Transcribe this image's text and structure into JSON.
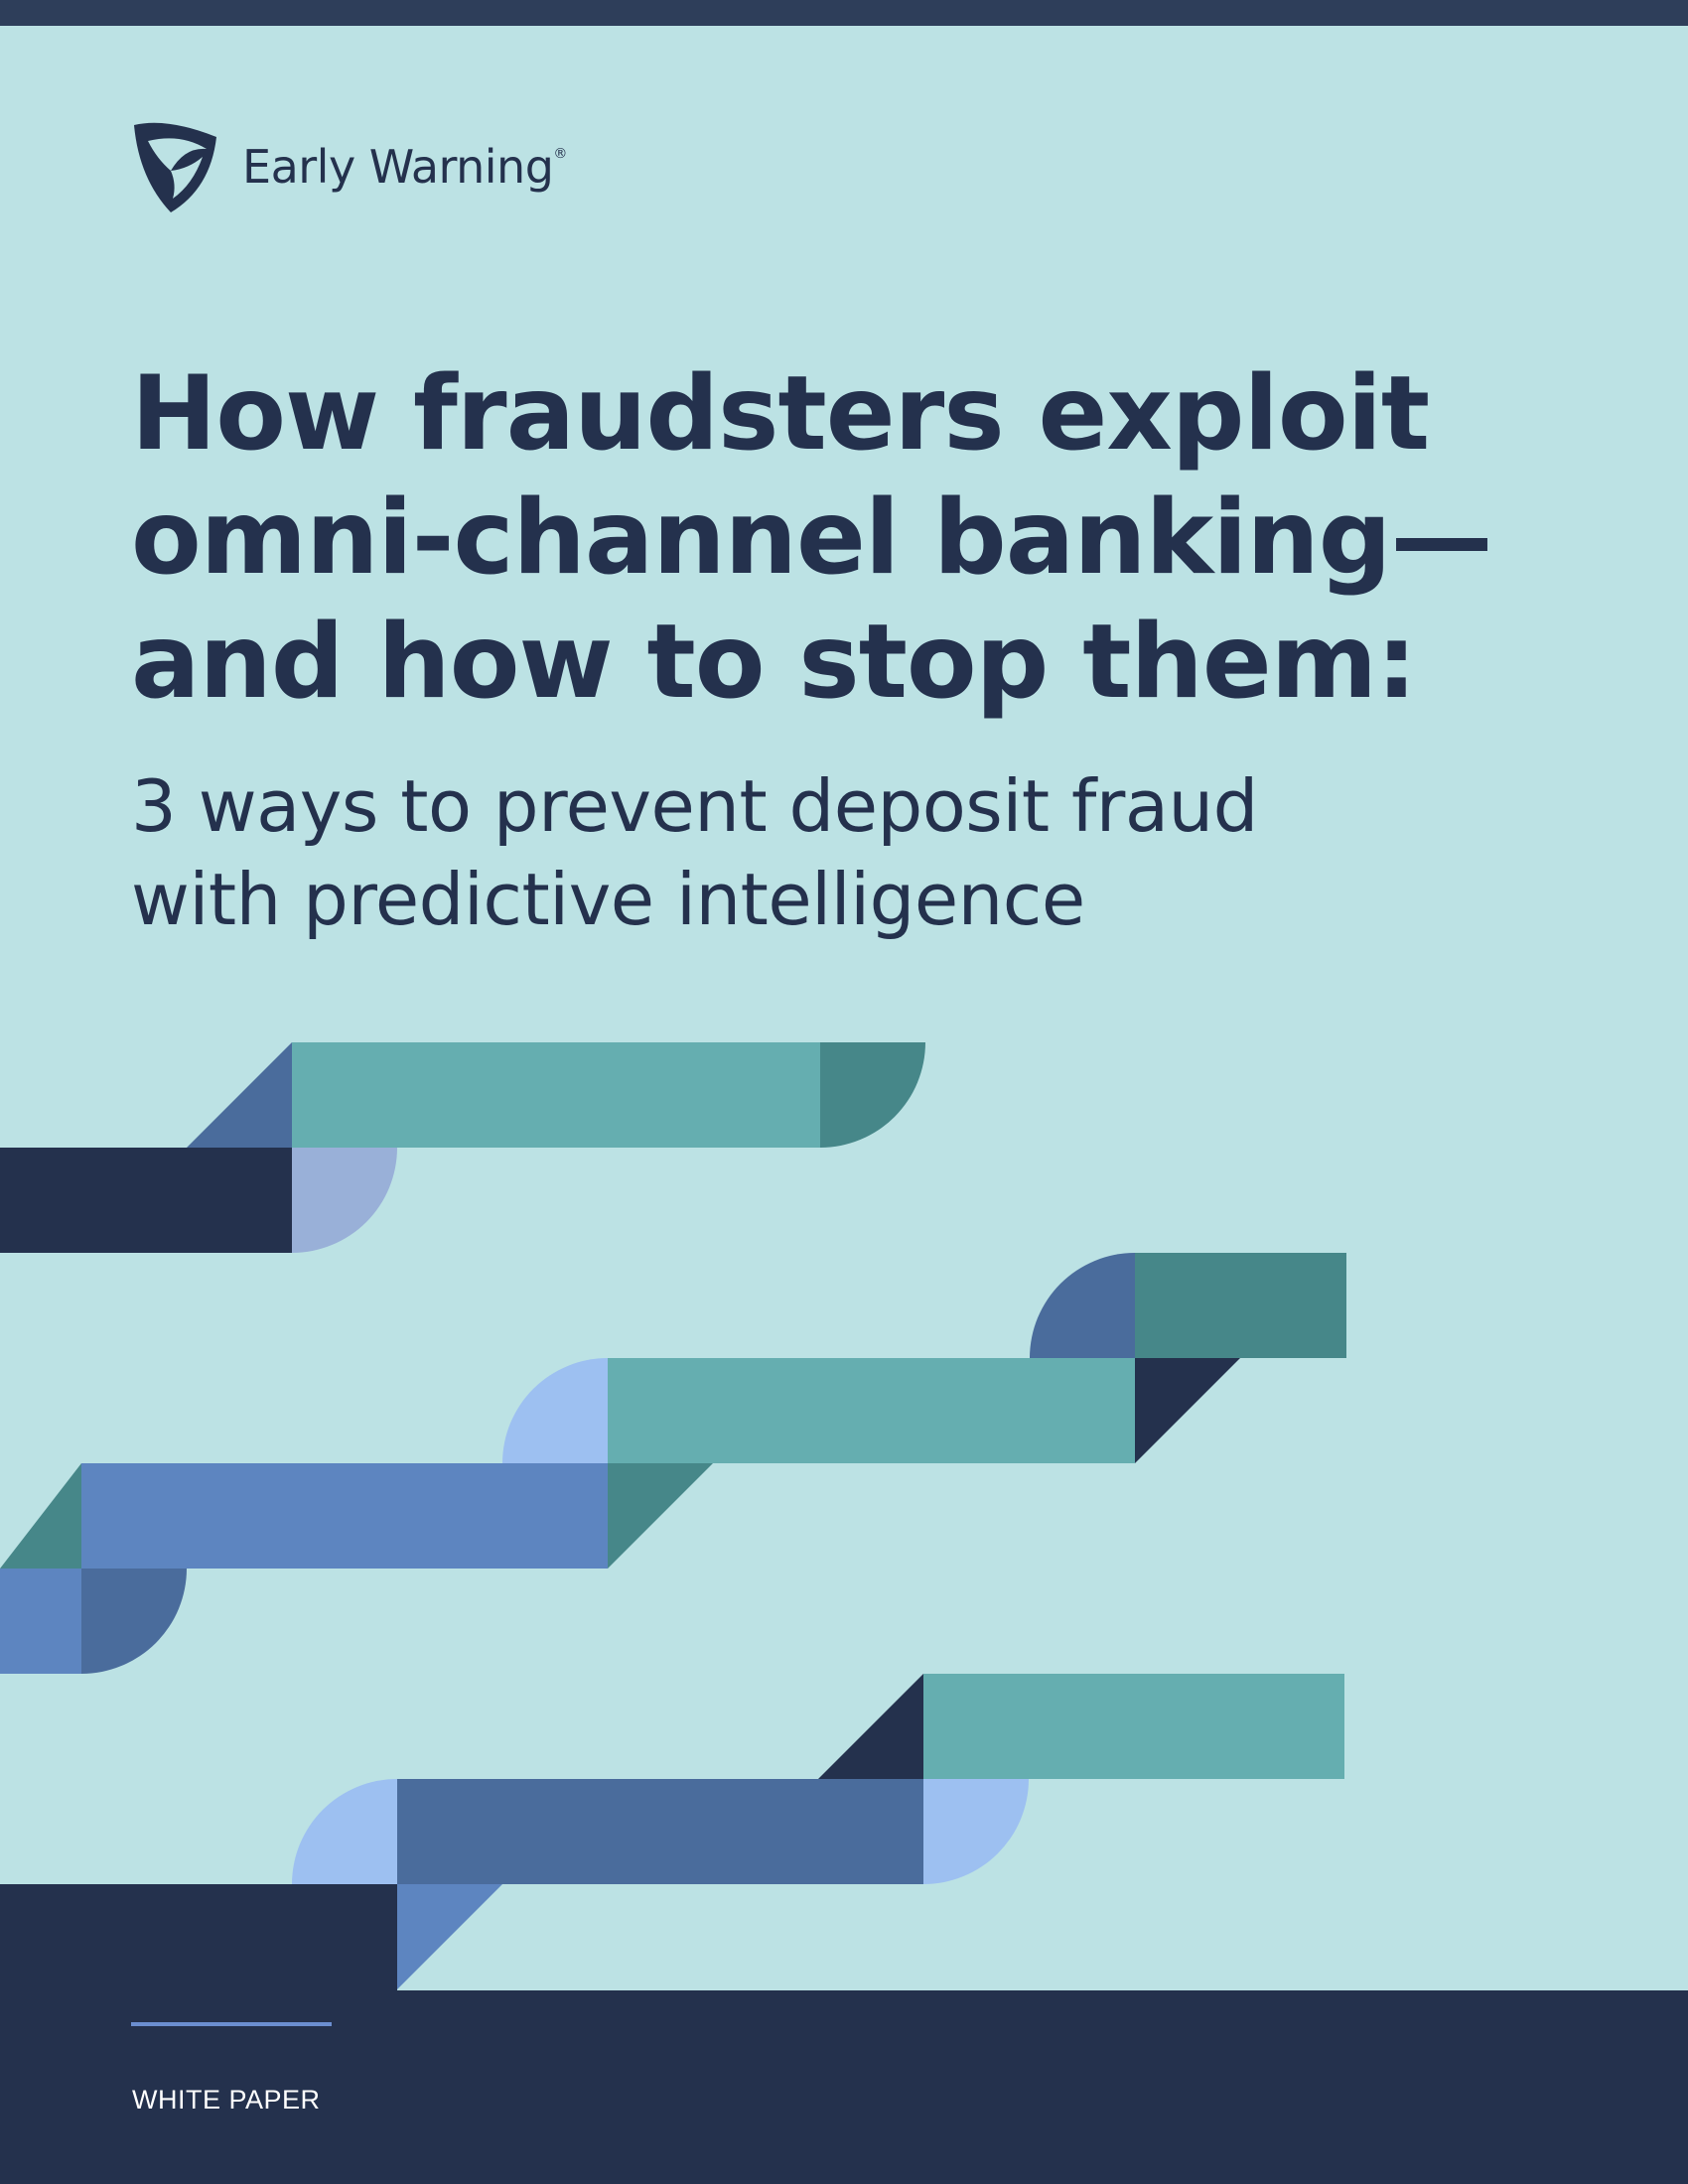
{
  "brand": {
    "name": "Early Warning",
    "registered_mark": "®",
    "logo_icon": "shield-swoosh-icon"
  },
  "title": {
    "lines": [
      "How fraudsters exploit",
      "omni-channel banking—",
      "and how to stop them:"
    ]
  },
  "subtitle": {
    "lines": [
      "3 ways to prevent deposit fraud",
      "with predictive intelligence"
    ]
  },
  "footer": {
    "label": "WHITE PAPER"
  },
  "colors": {
    "background": "#bce2e4",
    "navy": "#24314d",
    "teal": "#65aeb0",
    "dark_teal": "#468789",
    "blue": "#5d85c0",
    "slate_blue": "#4a6c9c",
    "light_blue": "#9dc0f1",
    "pale_blue": "#99b0d8",
    "accent_rule": "#6b8ed0"
  }
}
